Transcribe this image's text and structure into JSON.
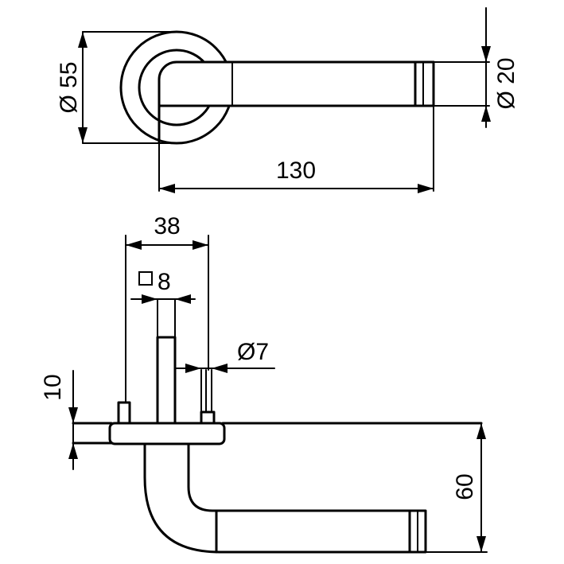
{
  "dimensions": {
    "rose_diameter": "Ø 55",
    "lever_diameter": "Ø 20",
    "lever_length": "130",
    "rose_thickness_total": "38",
    "spindle_square": "8",
    "screw_diameter": "Ø7",
    "rose_height": "10",
    "lever_drop": "60"
  },
  "icons": {
    "square_symbol": "square-icon"
  }
}
